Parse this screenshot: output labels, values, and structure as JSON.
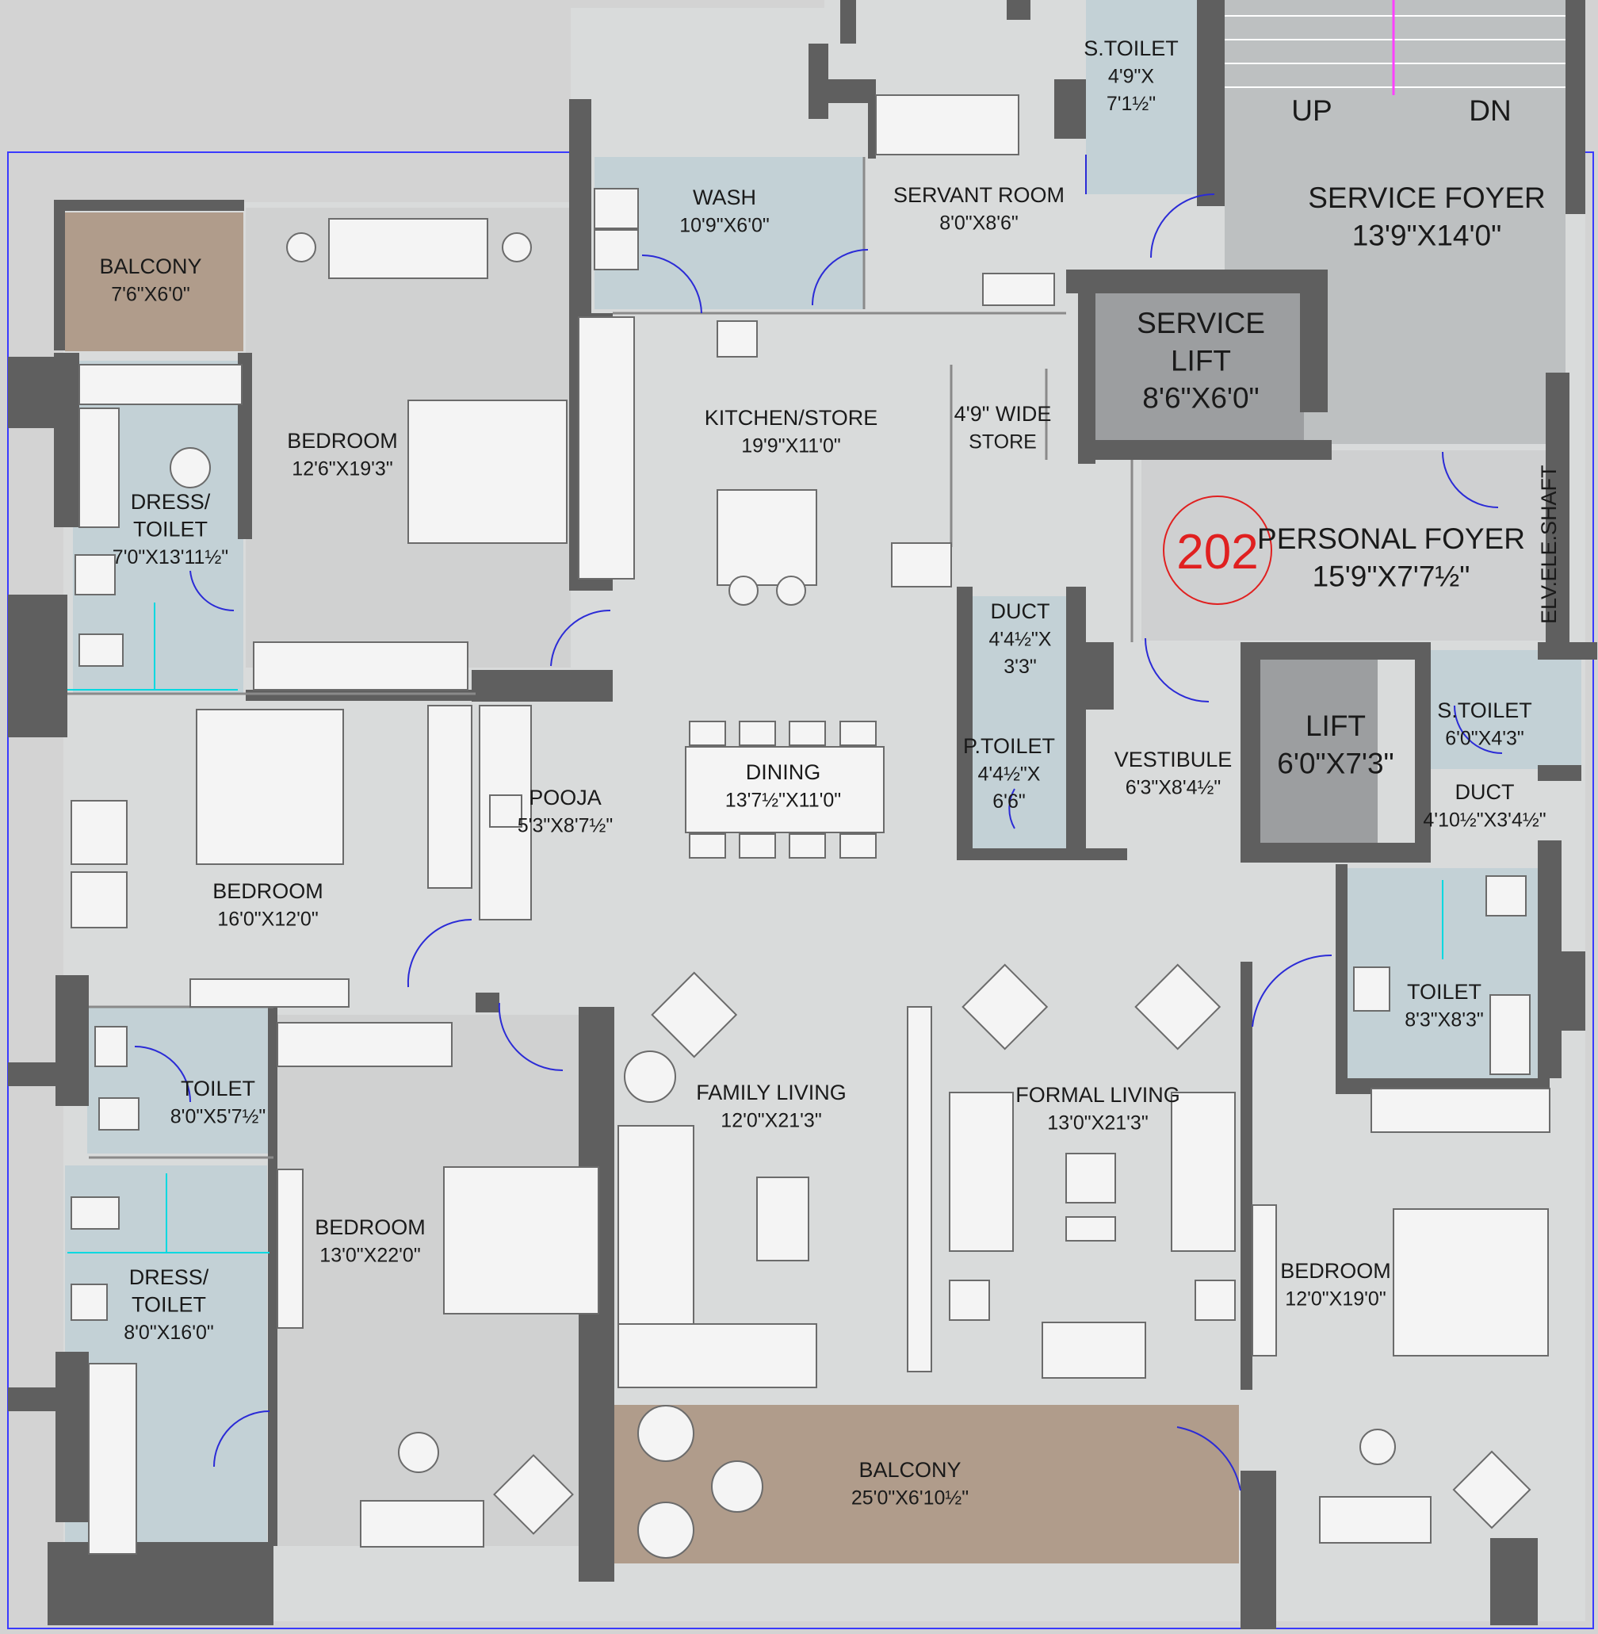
{
  "unit_number": "202",
  "colors": {
    "wall": "#5f5f5f",
    "floor": "#d9dbdb",
    "wet_area": "#c3d1d6",
    "balcony": "#b09c8b",
    "service_core": "#bdc0c1",
    "lift_car": "#9c9ea0",
    "foyer_tile": "#cfd0d1",
    "unit_circle": "#e02020",
    "outside": "#d3d3d3"
  },
  "rooms": [
    {
      "id": "s-toilet-top",
      "name": "S.TOILET",
      "dim": "4'9\"X\n7'1½\""
    },
    {
      "id": "up-label",
      "name": "UP",
      "dim": ""
    },
    {
      "id": "dn-label",
      "name": "DN",
      "dim": ""
    },
    {
      "id": "service-foyer",
      "name": "SERVICE FOYER",
      "dim": "13'9\"X14'0\""
    },
    {
      "id": "wash",
      "name": "WASH",
      "dim": "10'9\"X6'0\""
    },
    {
      "id": "servant-room",
      "name": "SERVANT ROOM",
      "dim": "8'0\"X8'6\""
    },
    {
      "id": "balcony-top",
      "name": "BALCONY",
      "dim": "7'6\"X6'0\""
    },
    {
      "id": "bedroom-top-left",
      "name": "BEDROOM",
      "dim": "12'6\"X19'3\""
    },
    {
      "id": "kitchen",
      "name": "KITCHEN/STORE",
      "dim": "19'9\"X11'0\""
    },
    {
      "id": "wide-store",
      "name": "4'9\" WIDE",
      "dim": "STORE"
    },
    {
      "id": "service-lift",
      "name": "SERVICE\nLIFT",
      "dim": "8'6\"X6'0\""
    },
    {
      "id": "personal-foyer",
      "name": "PERSONAL FOYER",
      "dim": "15'9\"X7'7½\""
    },
    {
      "id": "ele-shaft",
      "name": "ELE.SHAFT",
      "dim": ""
    },
    {
      "id": "elv",
      "name": "ELV.",
      "dim": ""
    },
    {
      "id": "dress-toilet-top",
      "name": "DRESS/\nTOILET",
      "dim": "7'0\"X13'11½\""
    },
    {
      "id": "duct-center",
      "name": "DUCT",
      "dim": "4'4½\"X\n3'3\""
    },
    {
      "id": "p-toilet",
      "name": "P.TOILET",
      "dim": "4'4½\"X\n6'6\""
    },
    {
      "id": "vestibule",
      "name": "VESTIBULE",
      "dim": "6'3\"X8'4½\""
    },
    {
      "id": "lift",
      "name": "LIFT",
      "dim": "6'0\"X7'3\""
    },
    {
      "id": "s-toilet-right",
      "name": "S.TOILET",
      "dim": "6'0\"X4'3\""
    },
    {
      "id": "duct-right",
      "name": "DUCT",
      "dim": "4'10½\"X3'4½\""
    },
    {
      "id": "pooja",
      "name": "POOJA",
      "dim": "5'3\"X8'7½\""
    },
    {
      "id": "dining",
      "name": "DINING",
      "dim": "13'7½\"X11'0\""
    },
    {
      "id": "bedroom-mid-left",
      "name": "BEDROOM",
      "dim": "16'0\"X12'0\""
    },
    {
      "id": "toilet-right",
      "name": "TOILET",
      "dim": "8'3\"X8'3\""
    },
    {
      "id": "toilet-left",
      "name": "TOILET",
      "dim": "8'0\"X5'7½\""
    },
    {
      "id": "family-living",
      "name": "FAMILY LIVING",
      "dim": "12'0\"X21'3\""
    },
    {
      "id": "formal-living",
      "name": "FORMAL LIVING",
      "dim": "13'0\"X21'3\""
    },
    {
      "id": "bedroom-bottom-left",
      "name": "BEDROOM",
      "dim": "13'0\"X22'0\""
    },
    {
      "id": "dress-toilet-bottom",
      "name": "DRESS/\nTOILET",
      "dim": "8'0\"X16'0\""
    },
    {
      "id": "bedroom-bottom-right",
      "name": "BEDROOM",
      "dim": "12'0\"X19'0\""
    },
    {
      "id": "balcony-bottom",
      "name": "BALCONY",
      "dim": "25'0\"X6'10½\""
    }
  ]
}
